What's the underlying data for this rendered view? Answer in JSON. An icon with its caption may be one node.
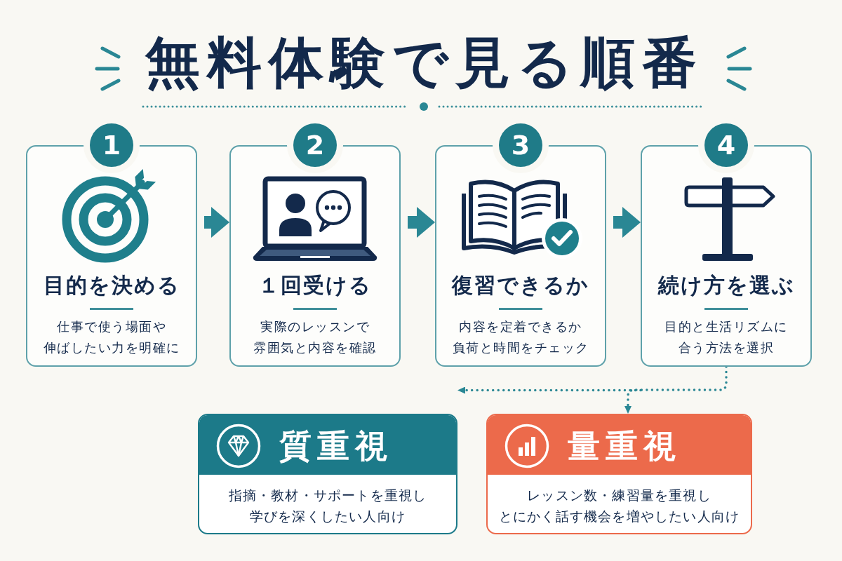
{
  "diagram": {
    "title": "無料体験で見る順番",
    "nodes": [
      {
        "text": [
          "1",
          "目的を決める",
          "仕事で使う場面や伸ばしたい力を明確に"
        ]
      },
      {
        "text": [
          "2",
          "１回受ける",
          "実際のレッスンで雰囲気と内容を確認"
        ]
      },
      {
        "text": [
          "3",
          "復習できるか",
          "内容を定着できるか負荷と時間をチェック"
        ]
      },
      {
        "text": [
          "4",
          "続け方を選ぶ",
          "目的と生活リズムに合う方法を選択"
        ]
      },
      {
        "text": [
          "質重視",
          "指摘・教材・サポートを重視し学びを深くしたい人向け"
        ]
      },
      {
        "text": [
          "量重視",
          "レッスン数・練習量を重視しとにかく話す機会を増やしたい人向け"
        ]
      }
    ],
    "edges": [
      {
        "from": 0,
        "to": 1,
        "arrow": "to"
      },
      {
        "from": 1,
        "to": 2,
        "arrow": "to"
      },
      {
        "from": 2,
        "to": 3,
        "arrow": "to"
      },
      {
        "from": 3,
        "to": 4,
        "arrow": "to",
        "style": "dashed"
      },
      {
        "from": 3,
        "to": 5,
        "arrow": "to",
        "style": "dashed"
      }
    ]
  }
}
